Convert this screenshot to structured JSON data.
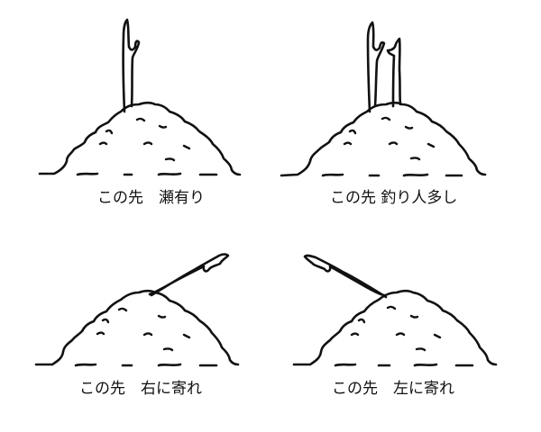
{
  "diagram": {
    "panels": [
      {
        "id": "sedge",
        "caption": "この先　瀬有り",
        "stick": "upright"
      },
      {
        "id": "anglers",
        "caption": "この先 釣り人多し",
        "stick": "two-upright"
      },
      {
        "id": "bear-right",
        "caption": "この先　右に寄れ",
        "stick": "leaning-right"
      },
      {
        "id": "bear-left",
        "caption": "この先　左に寄れ",
        "stick": "leaning-left"
      }
    ],
    "colors": {
      "ink": "#111111",
      "background": "#ffffff"
    }
  }
}
